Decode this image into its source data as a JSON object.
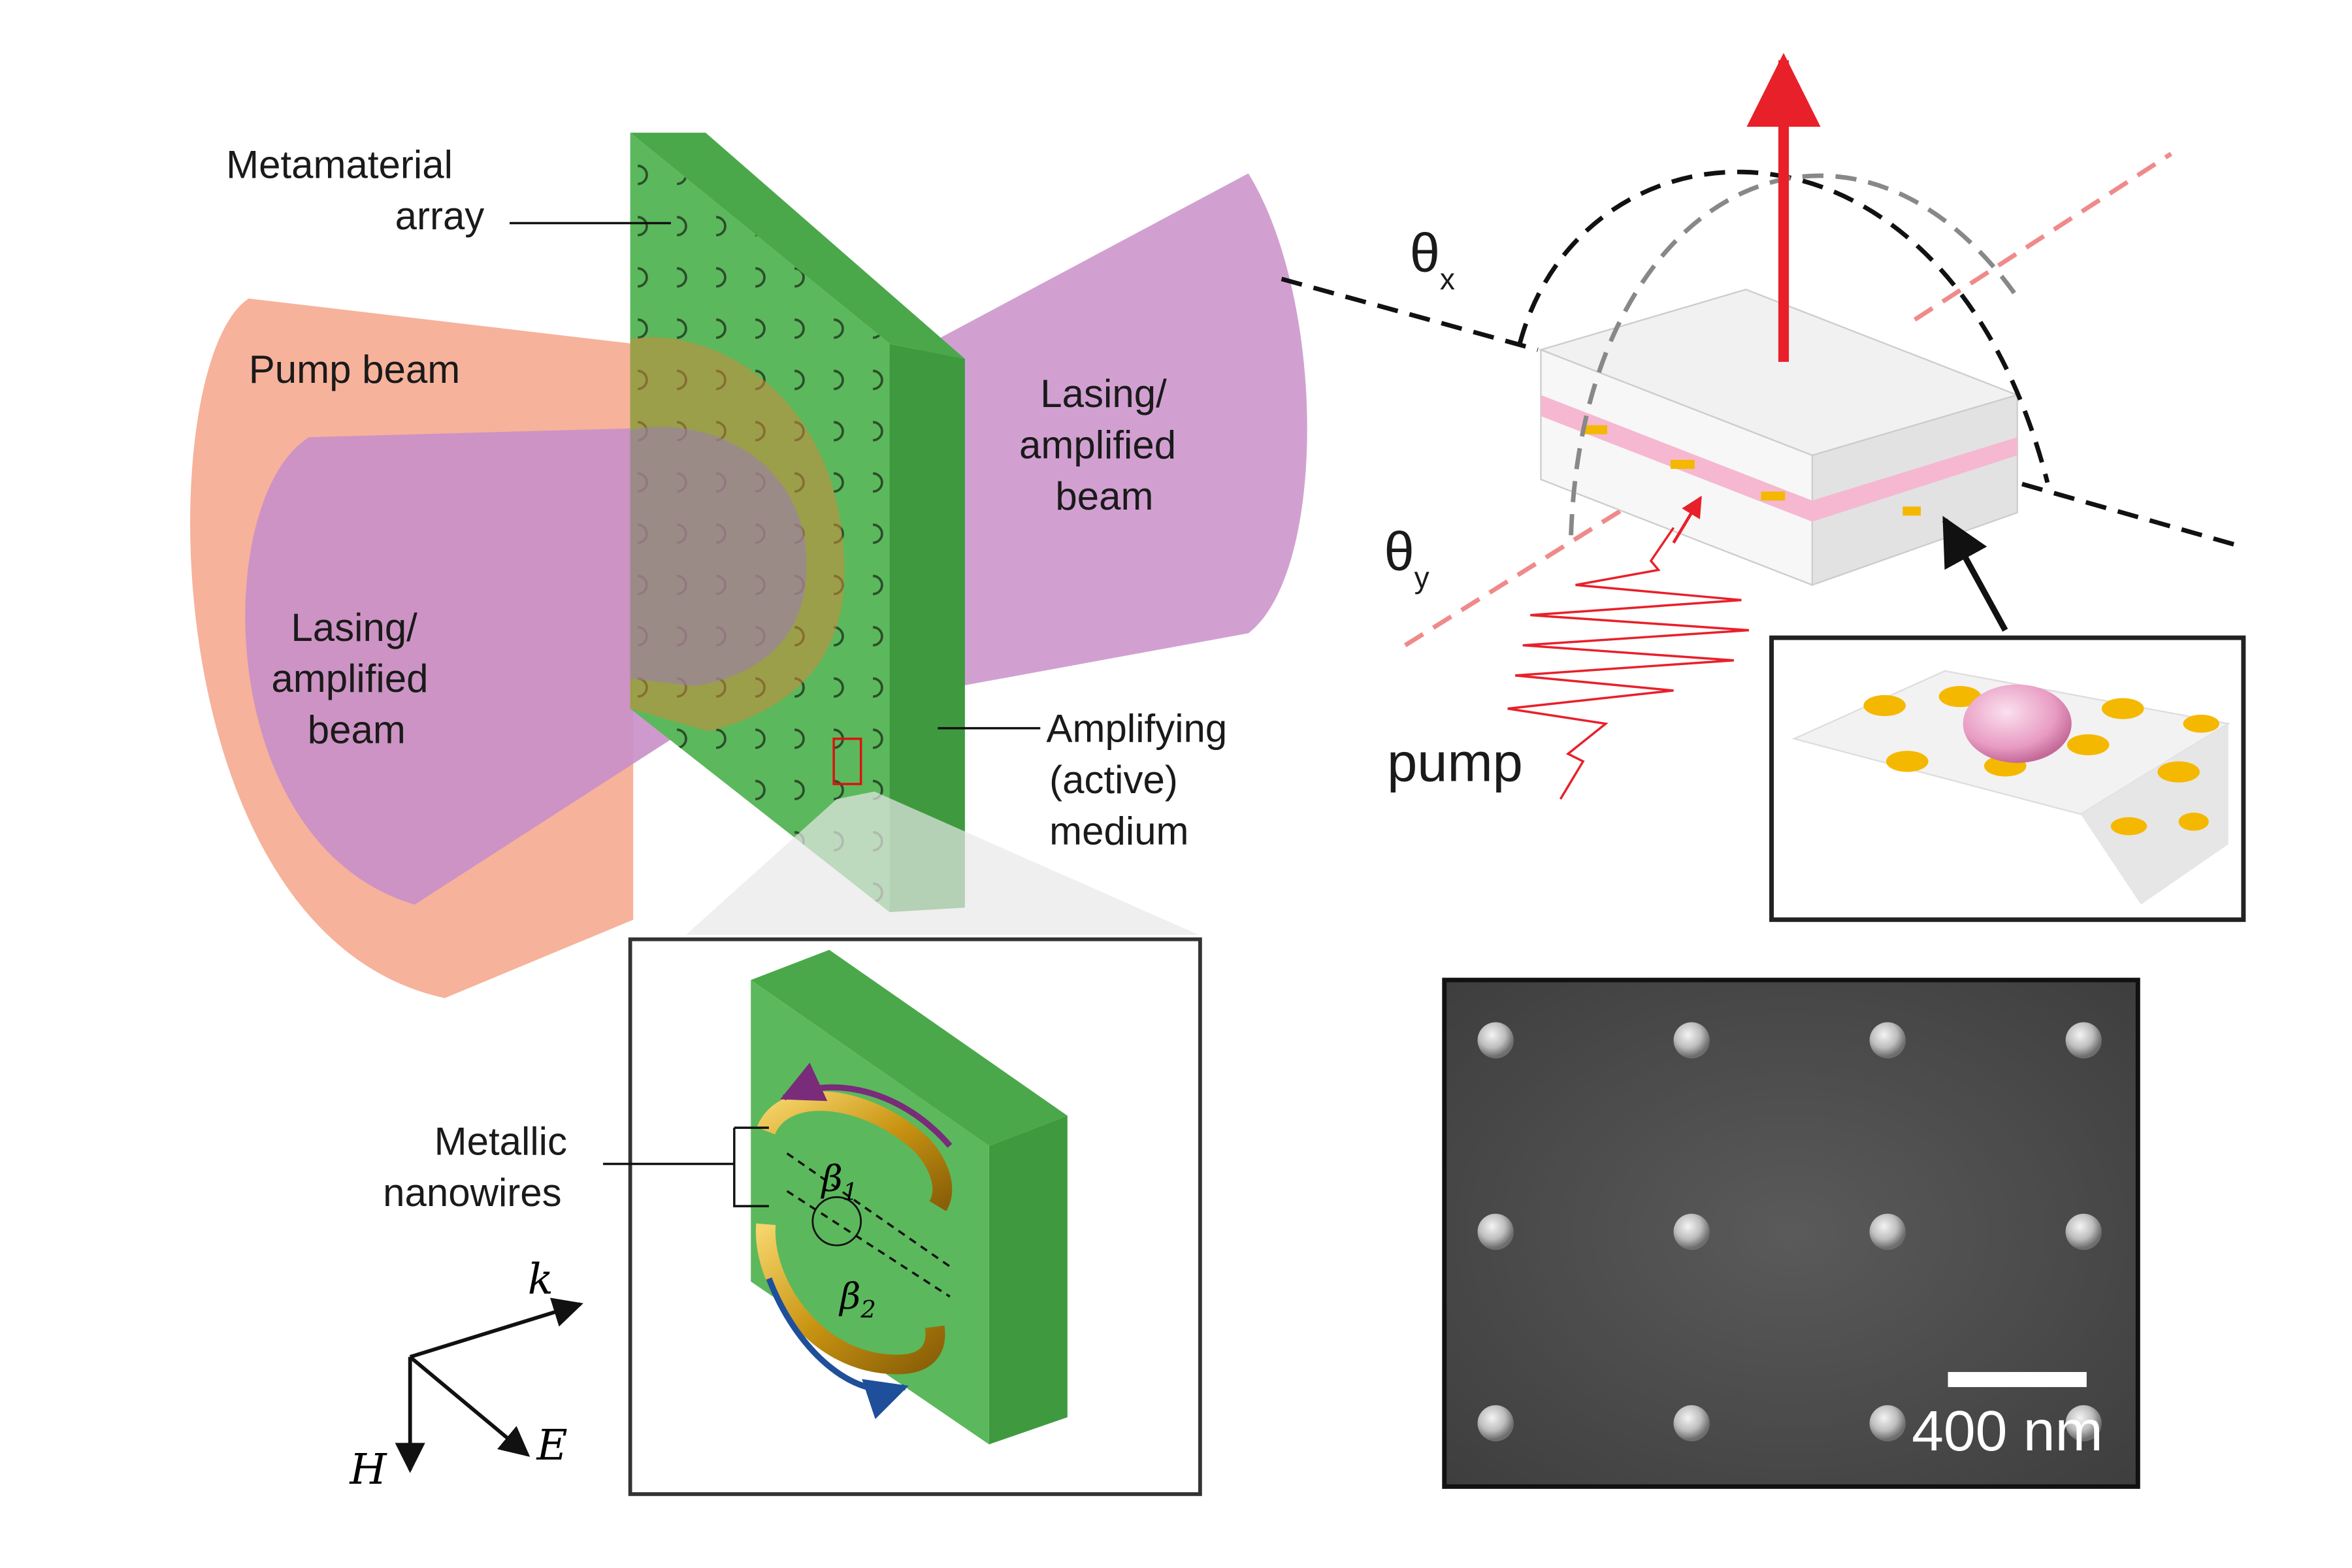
{
  "left_panel": {
    "labels": {
      "metamaterial_line1": "Metamaterial",
      "metamaterial_line2": "array",
      "pump_beam": "Pump beam",
      "lasing_right_1": "Lasing/",
      "lasing_right_2": "amplified",
      "lasing_right_3": "beam",
      "lasing_left_1": "Lasing/",
      "lasing_left_2": "amplified",
      "lasing_left_3": "beam",
      "amplifying_1": "Amplifying",
      "amplifying_2": "(active)",
      "amplifying_3": "medium",
      "nanowires_1": "Metallic",
      "nanowires_2": "nanowires",
      "beta1": "β",
      "beta1_sub": "1",
      "beta2": "β",
      "beta2_sub": "2"
    },
    "axes": {
      "k": "k",
      "E": "E",
      "H": "H"
    },
    "colors": {
      "slab_green": "#5cb85c",
      "pump_orange": "#f4a48a",
      "lasing_purple": "#c98fc9",
      "ring_gold": "#d4a017"
    }
  },
  "right_panel": {
    "labels": {
      "theta_x": "θ",
      "theta_x_sub": "x",
      "theta_y": "θ",
      "theta_y_sub": "y",
      "pump": "pump"
    },
    "colors": {
      "emission_arrow": "#e8202a",
      "pump_wave": "#e8202a",
      "gain_layer_pink": "#f5b8d0",
      "nanoparticle_gold": "#f5b800"
    }
  },
  "sem_panel": {
    "scale_bar_label": "400 nm",
    "rows": 3,
    "cols": 4
  }
}
